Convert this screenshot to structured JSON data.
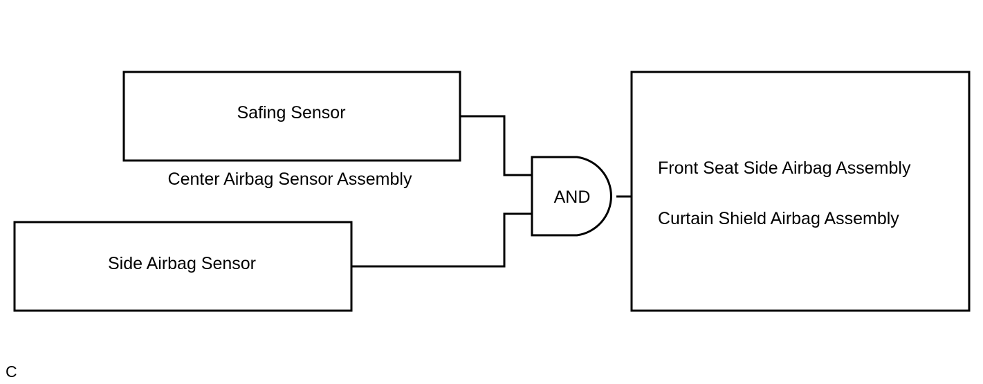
{
  "diagram": {
    "safing_sensor": "Safing Sensor",
    "center_assembly": "Center Airbag Sensor Assembly",
    "side_sensor": "Side Airbag Sensor",
    "gate": "AND",
    "output_line1": "Front Seat Side Airbag Assembly",
    "output_line2": "Curtain Shield Airbag Assembly",
    "corner_code": "C"
  }
}
